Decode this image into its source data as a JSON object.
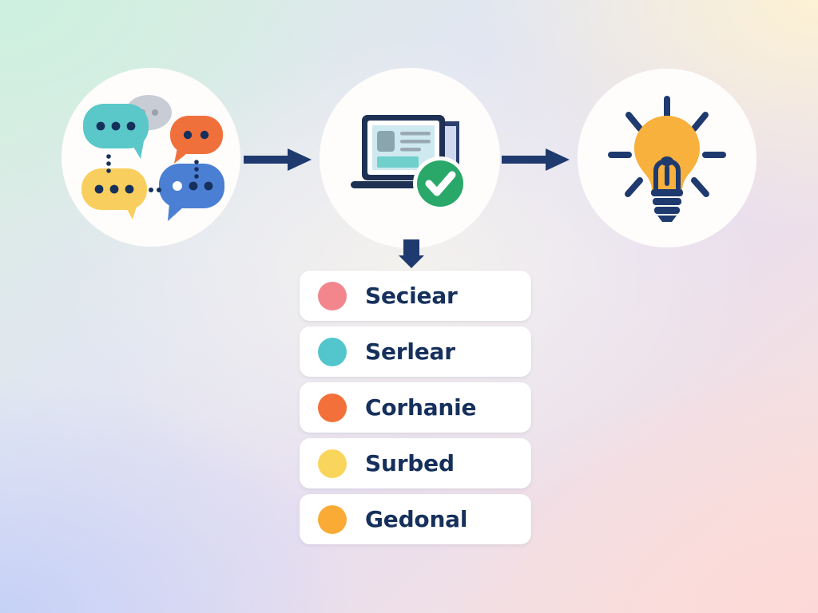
{
  "background": {
    "corner_top_left": "#cdf0e0",
    "corner_top_right": "#fdf2d4",
    "corner_bottom_left": "#c6d1f7",
    "corner_bottom_right": "#fcd9d8"
  },
  "palette": {
    "navy": "#1e3a6e",
    "navy_dark": "#16305c",
    "circle_fill": "#fefdfb",
    "green": "#2aa86a",
    "teal": "#5ac8c8",
    "gray": "#c8ccd4",
    "orange": "#f0703c",
    "yellow": "#f8cf5e",
    "blue": "#4a7fd4",
    "bulb_amber": "#f7b13c",
    "screen_bg": "#cfe9f0",
    "screen_teal": "#6fd0cc"
  },
  "flow": {
    "steps": [
      {
        "id": "conversations",
        "icon": "speech-bubbles-icon",
        "bubbles": [
          {
            "name": "bubble-teal",
            "color": "#5ac8c8",
            "dots": 3,
            "dot_color": "#16305c"
          },
          {
            "name": "bubble-gray",
            "color": "#c8ccd4",
            "dots": 2,
            "dot_color": "#9aa0ac"
          },
          {
            "name": "bubble-orange",
            "color": "#f0703c",
            "dots": 2,
            "dot_color": "#16305c"
          },
          {
            "name": "bubble-yellow",
            "color": "#f8cf5e",
            "dots": 3,
            "dot_color": "#16305c"
          },
          {
            "name": "bubble-blue",
            "color": "#4a7fd4",
            "dots": 3,
            "dot_color": "#16305c"
          }
        ]
      },
      {
        "id": "analysis",
        "icon": "laptop-document-check-icon",
        "badge": {
          "name": "check-badge",
          "color": "#2aa86a",
          "glyph": "check"
        }
      },
      {
        "id": "insight",
        "icon": "lightbulb-icon",
        "rays": 8,
        "bulb_color": "#f7b13c"
      }
    ],
    "connectors": [
      {
        "name": "arrow-right-1",
        "direction": "right",
        "color": "#1e3a6e"
      },
      {
        "name": "arrow-right-2",
        "direction": "right",
        "color": "#1e3a6e"
      },
      {
        "name": "arrow-down",
        "direction": "down",
        "color": "#1e3a6e"
      }
    ]
  },
  "tags": [
    {
      "label": "Seciear",
      "color": "#f2868c"
    },
    {
      "label": "Serlear",
      "color": "#52c6cc"
    },
    {
      "label": "Corhanie",
      "color": "#f4703a"
    },
    {
      "label": "Surbed",
      "color": "#fad55c"
    },
    {
      "label": "Gedonal",
      "color": "#f9ab35"
    }
  ]
}
